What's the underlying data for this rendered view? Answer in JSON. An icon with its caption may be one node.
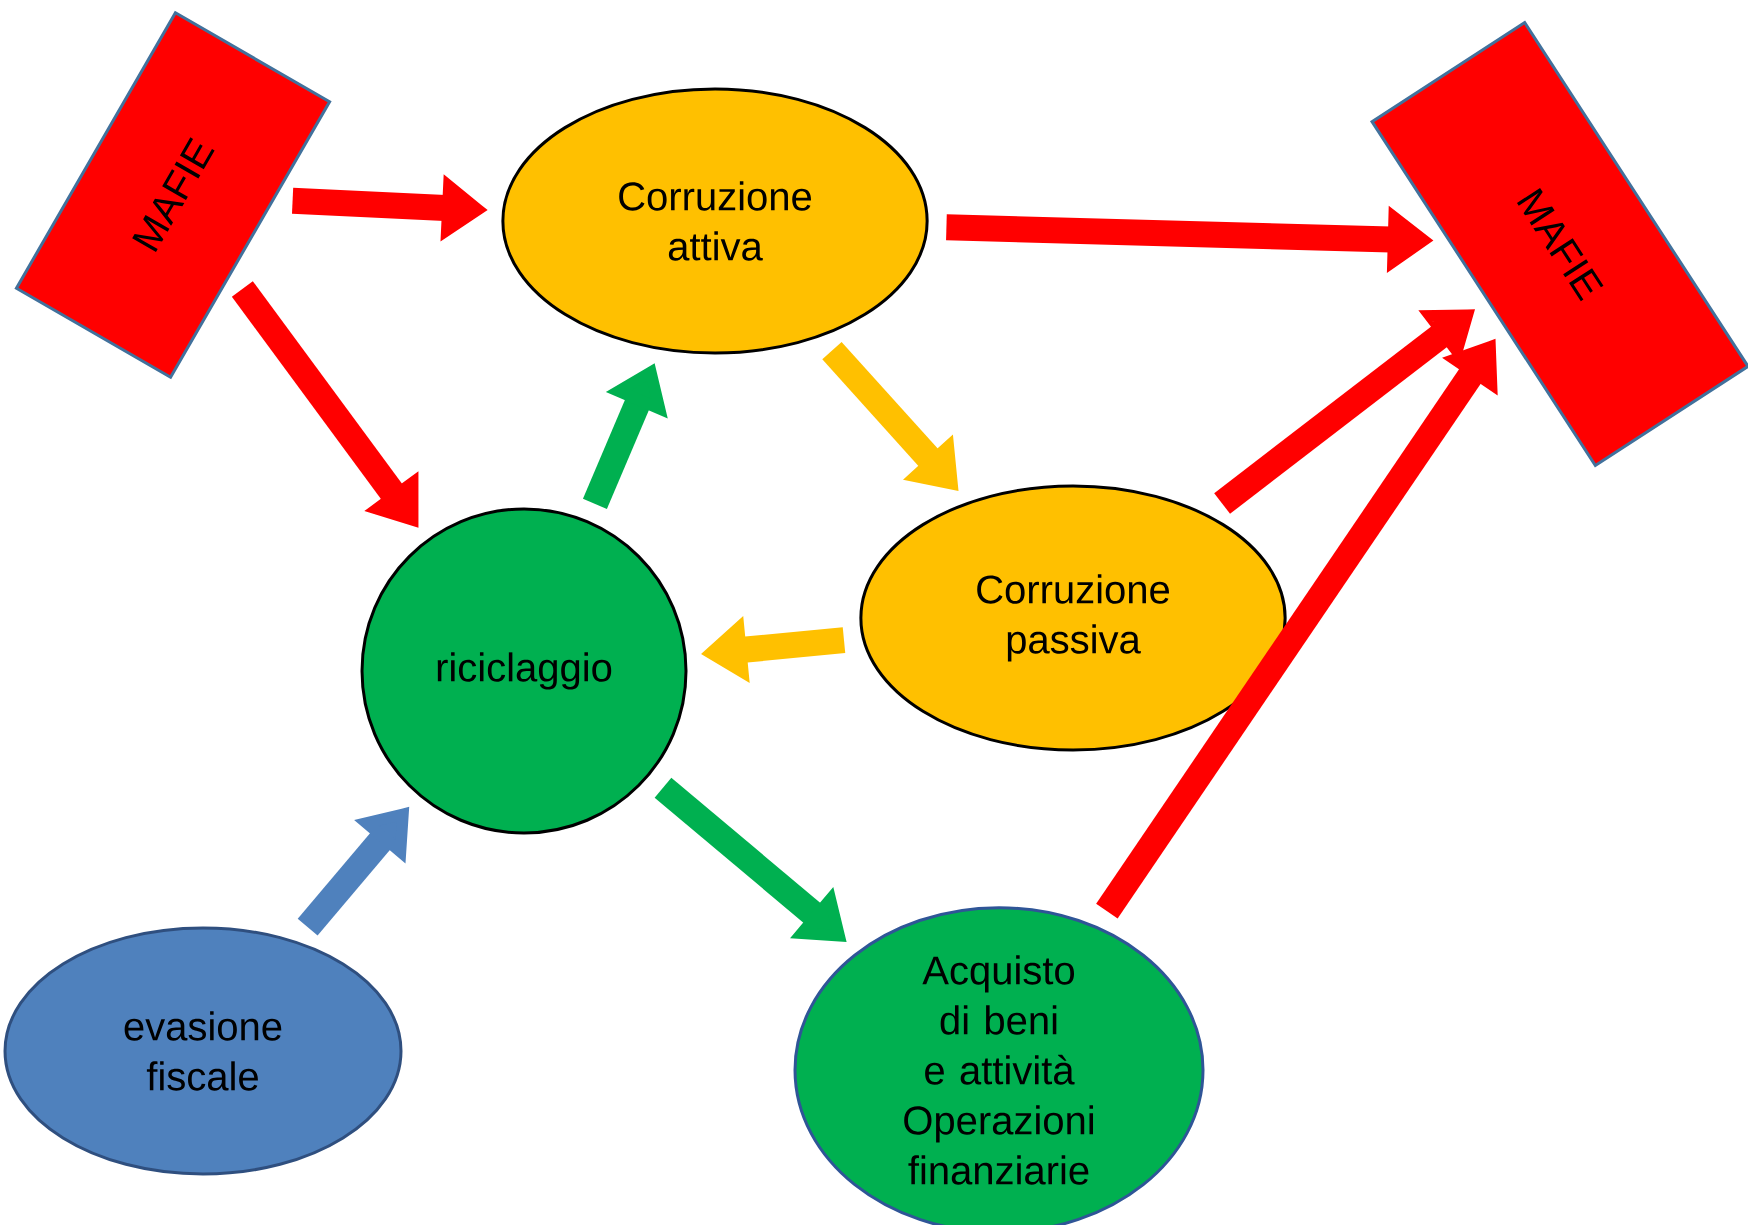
{
  "diagram": {
    "nodes": [
      {
        "text": [
          "MAFIE"
        ]
      },
      {
        "text": [
          "Corruzione attiva"
        ]
      },
      {
        "text": [
          "MAFIE"
        ]
      },
      {
        "text": [
          "Corruzione passiva"
        ]
      },
      {
        "text": [
          "riciclaggio"
        ]
      },
      {
        "text": [
          "evasione fiscale"
        ]
      },
      {
        "text": [
          "Acquisto di beni e attività",
          "Operazioni finanziarie"
        ]
      }
    ],
    "edges": [
      {
        "from": 0,
        "to": 1,
        "arrow": "to"
      },
      {
        "from": 1,
        "to": 2,
        "arrow": "to"
      },
      {
        "from": 0,
        "to": 4,
        "arrow": "to"
      },
      {
        "from": 1,
        "to": 3,
        "arrow": "to",
        "color": "#ffc000"
      },
      {
        "from": 3,
        "to": 4,
        "arrow": "to",
        "color": "#ffc000"
      },
      {
        "from": 4,
        "to": 1,
        "arrow": "to",
        "color": "#00b050"
      },
      {
        "from": 5,
        "to": 4,
        "arrow": "to",
        "color": "#4f81bd"
      },
      {
        "from": 4,
        "to": 6,
        "arrow": "to",
        "color": "#00b050"
      },
      {
        "from": 3,
        "to": 2,
        "arrow": "to"
      },
      {
        "from": 6,
        "to": 2,
        "arrow": "to"
      }
    ]
  }
}
